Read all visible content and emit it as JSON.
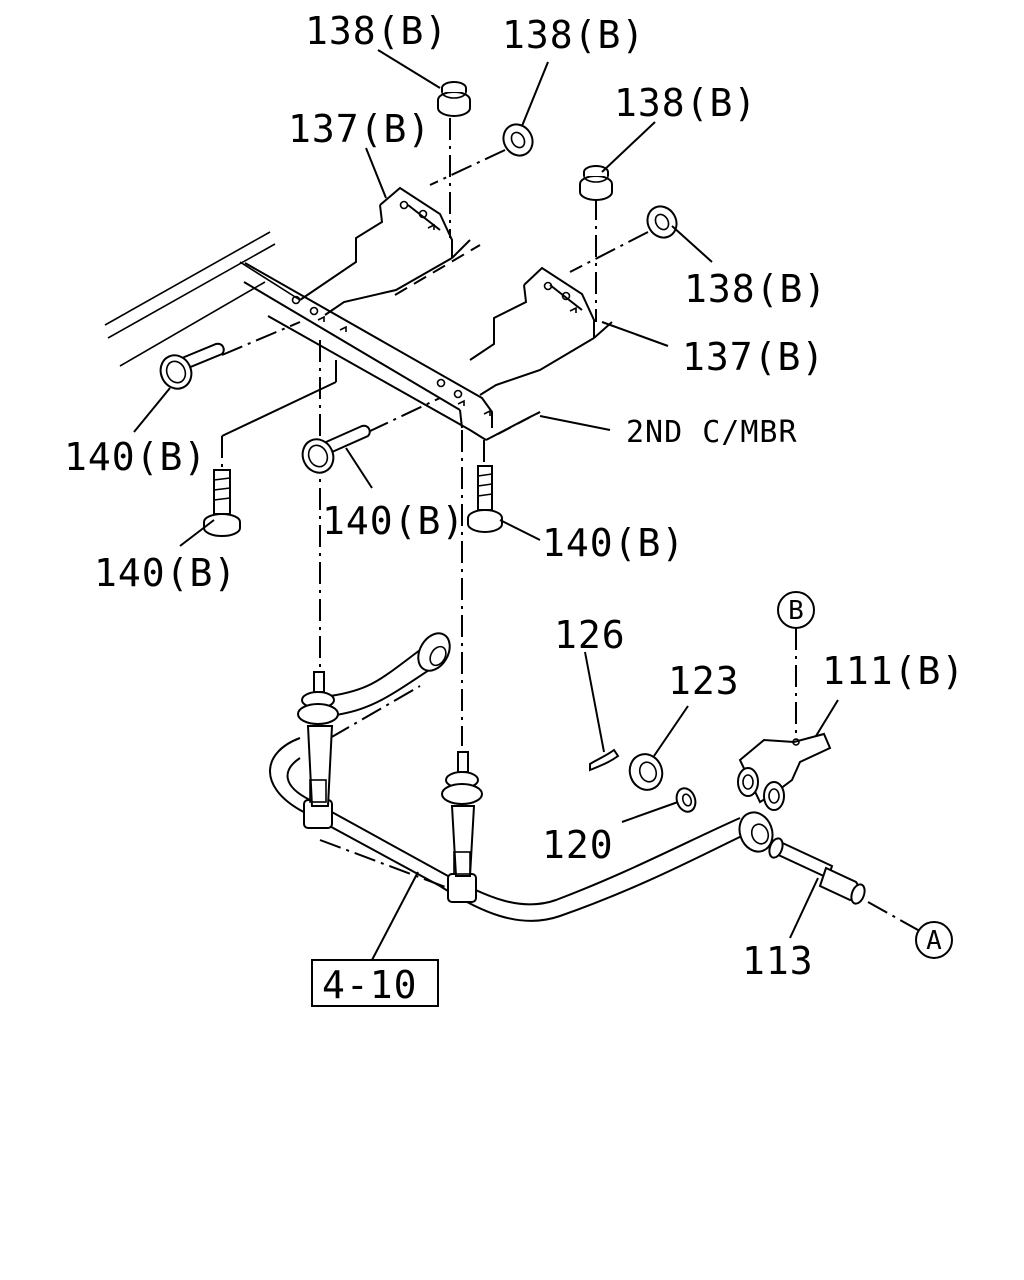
{
  "labels": {
    "nut_138b_1": "138(B)",
    "nut_138b_2": "138(B)",
    "nut_138b_3": "138(B)",
    "nut_138b_4": "138(B)",
    "bracket_137b_1": "137(B)",
    "bracket_137b_2": "137(B)",
    "bolt_140b_1": "140(B)",
    "bolt_140b_2": "140(B)",
    "bolt_140b_3": "140(B)",
    "bolt_140b_4": "140(B)",
    "crossmember": "2ND C/MBR",
    "pin_126": "126",
    "nut_123": "123",
    "bracket_111b": "111(B)",
    "washer_120": "120",
    "link_113": "113",
    "ref_box": "4-10",
    "callout_a": "A",
    "callout_b": "B"
  }
}
